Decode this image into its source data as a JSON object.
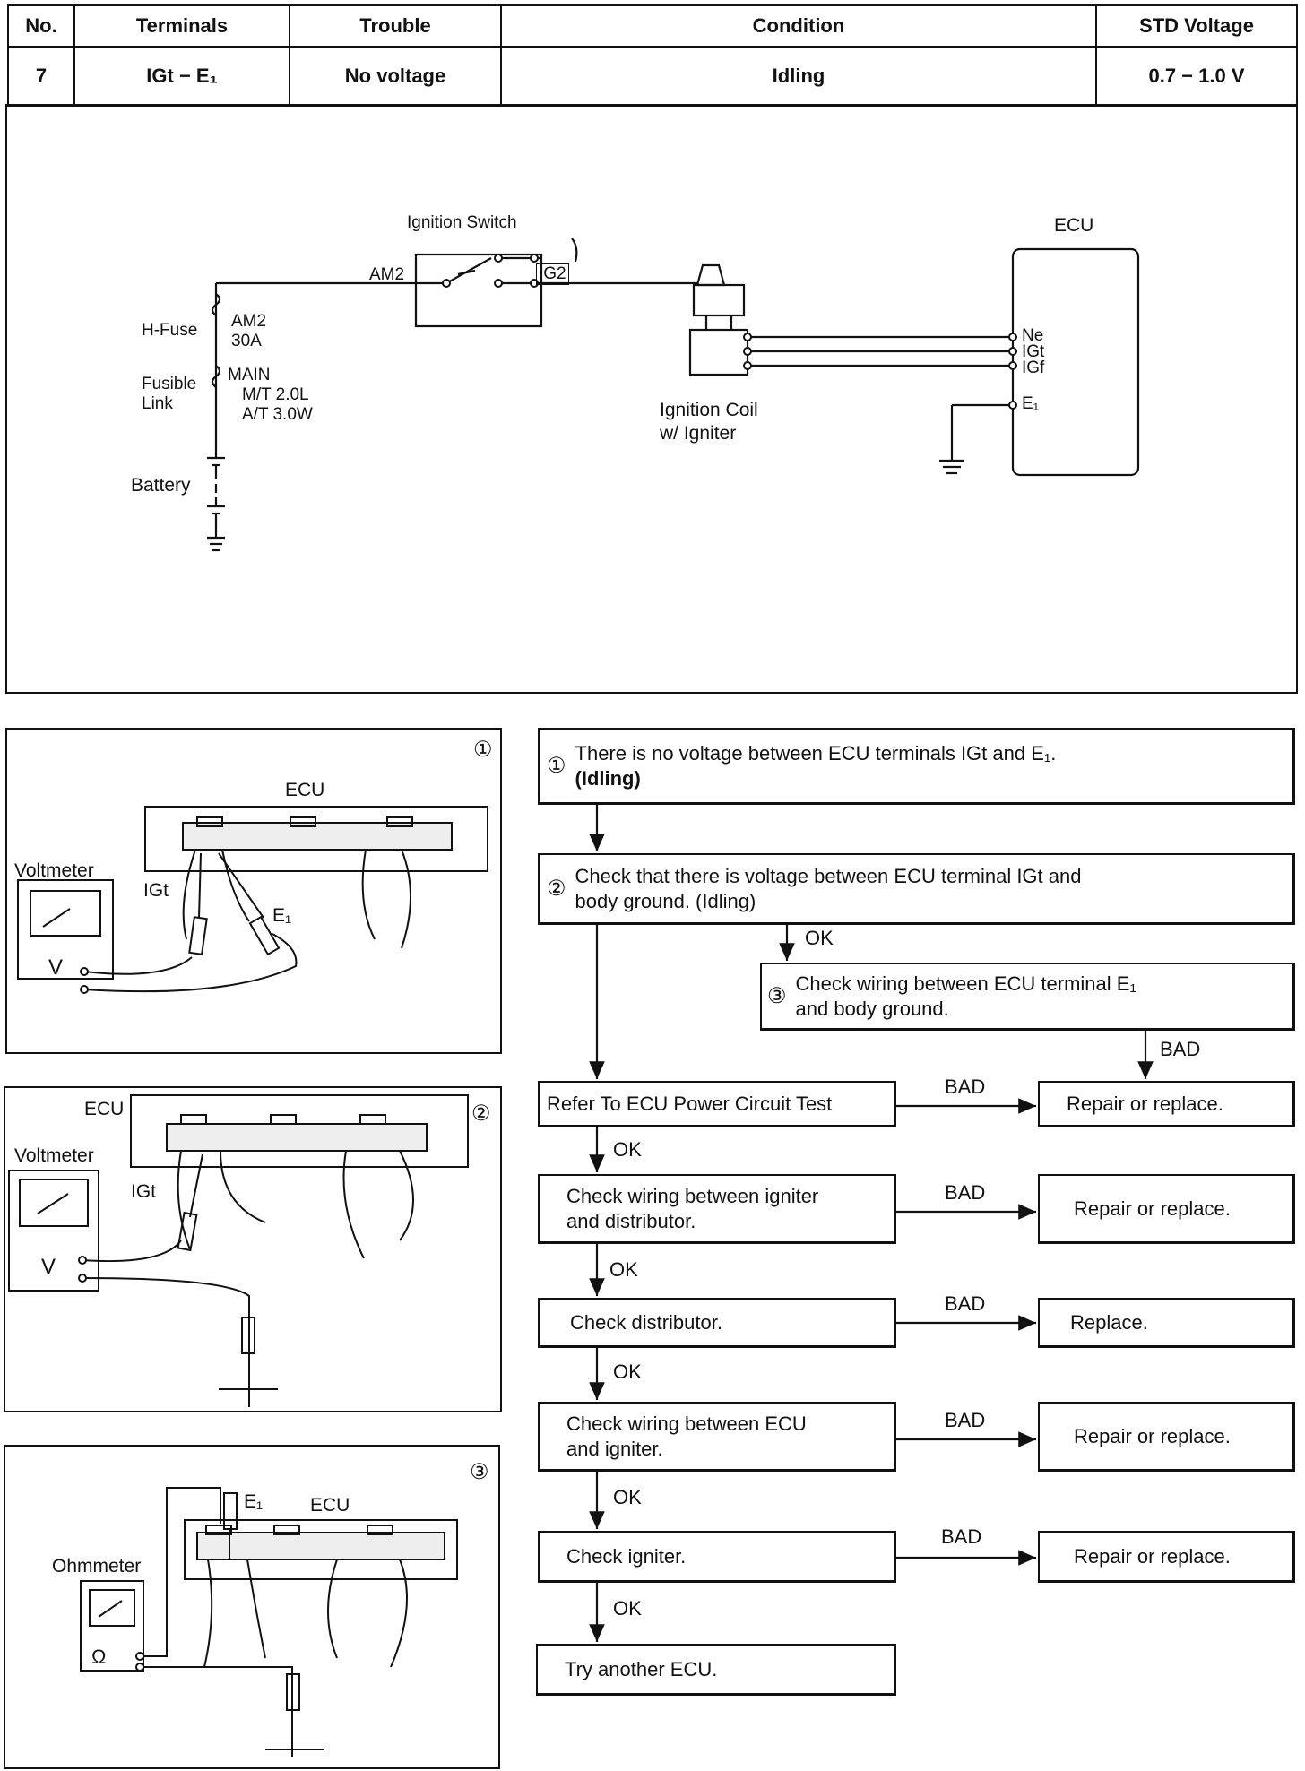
{
  "table": {
    "headers": [
      "No.",
      "Terminals",
      "Trouble",
      "Condition",
      "STD Voltage"
    ],
    "row": {
      "no": "7",
      "terminals": "IGt − E₁",
      "trouble": "No voltage",
      "condition": "Idling",
      "std_voltage": "0.7 − 1.0 V"
    }
  },
  "schematic": {
    "ignition_switch": "Ignition Switch",
    "am2": "AM2",
    "ig2": "IG2",
    "h_fuse": "H-Fuse",
    "h_fuse_spec_1": "AM2",
    "h_fuse_spec_2": "30A",
    "fusible_link_1": "Fusible",
    "fusible_link_2": "Link",
    "main": "MAIN",
    "mt": "M/T 2.0L",
    "at": "A/T 3.0W",
    "battery": "Battery",
    "coil_1": "Ignition Coil",
    "coil_2": "w/ Igniter",
    "ecu": "ECU",
    "ne": "Ne",
    "igt": "IGt",
    "igf": "IGf",
    "e1": "E₁"
  },
  "panels": {
    "p1": {
      "num": "①",
      "ecu": "ECU",
      "meter": "Voltmeter",
      "probe1": "IGt",
      "probe2": "E₁",
      "v": "V"
    },
    "p2": {
      "num": "②",
      "ecu": "ECU",
      "meter": "Voltmeter",
      "probe1": "IGt",
      "v": "V"
    },
    "p3": {
      "num": "③",
      "ecu": "ECU",
      "meter": "Ohmmeter",
      "probe1": "E₁",
      "v": "Ω"
    }
  },
  "flow": {
    "step1_num": "①",
    "step1_line1": "There is no voltage between ECU terminals IGt and E₁.",
    "step1_line2": "(Idling)",
    "step2_num": "②",
    "step2_line1": "Check that there is voltage between ECU terminal IGt and",
    "step2_line2": "body ground. (Idling)",
    "step3_num": "③",
    "step3_line1": "Check wiring between ECU terminal E₁",
    "step3_line2": "and body ground.",
    "ok": "OK",
    "bad": "BAD",
    "power_test": "Refer To ECU Power Circuit Test",
    "wiring_igniter_dist_1": "Check wiring between igniter",
    "wiring_igniter_dist_2": "and distributor.",
    "distributor": "Check distributor.",
    "wiring_ecu_igniter_1": "Check wiring between ECU",
    "wiring_ecu_igniter_2": "and igniter.",
    "igniter": "Check igniter.",
    "another_ecu": "Try another ECU.",
    "repair": "Repair or replace.",
    "replace": "Replace."
  }
}
